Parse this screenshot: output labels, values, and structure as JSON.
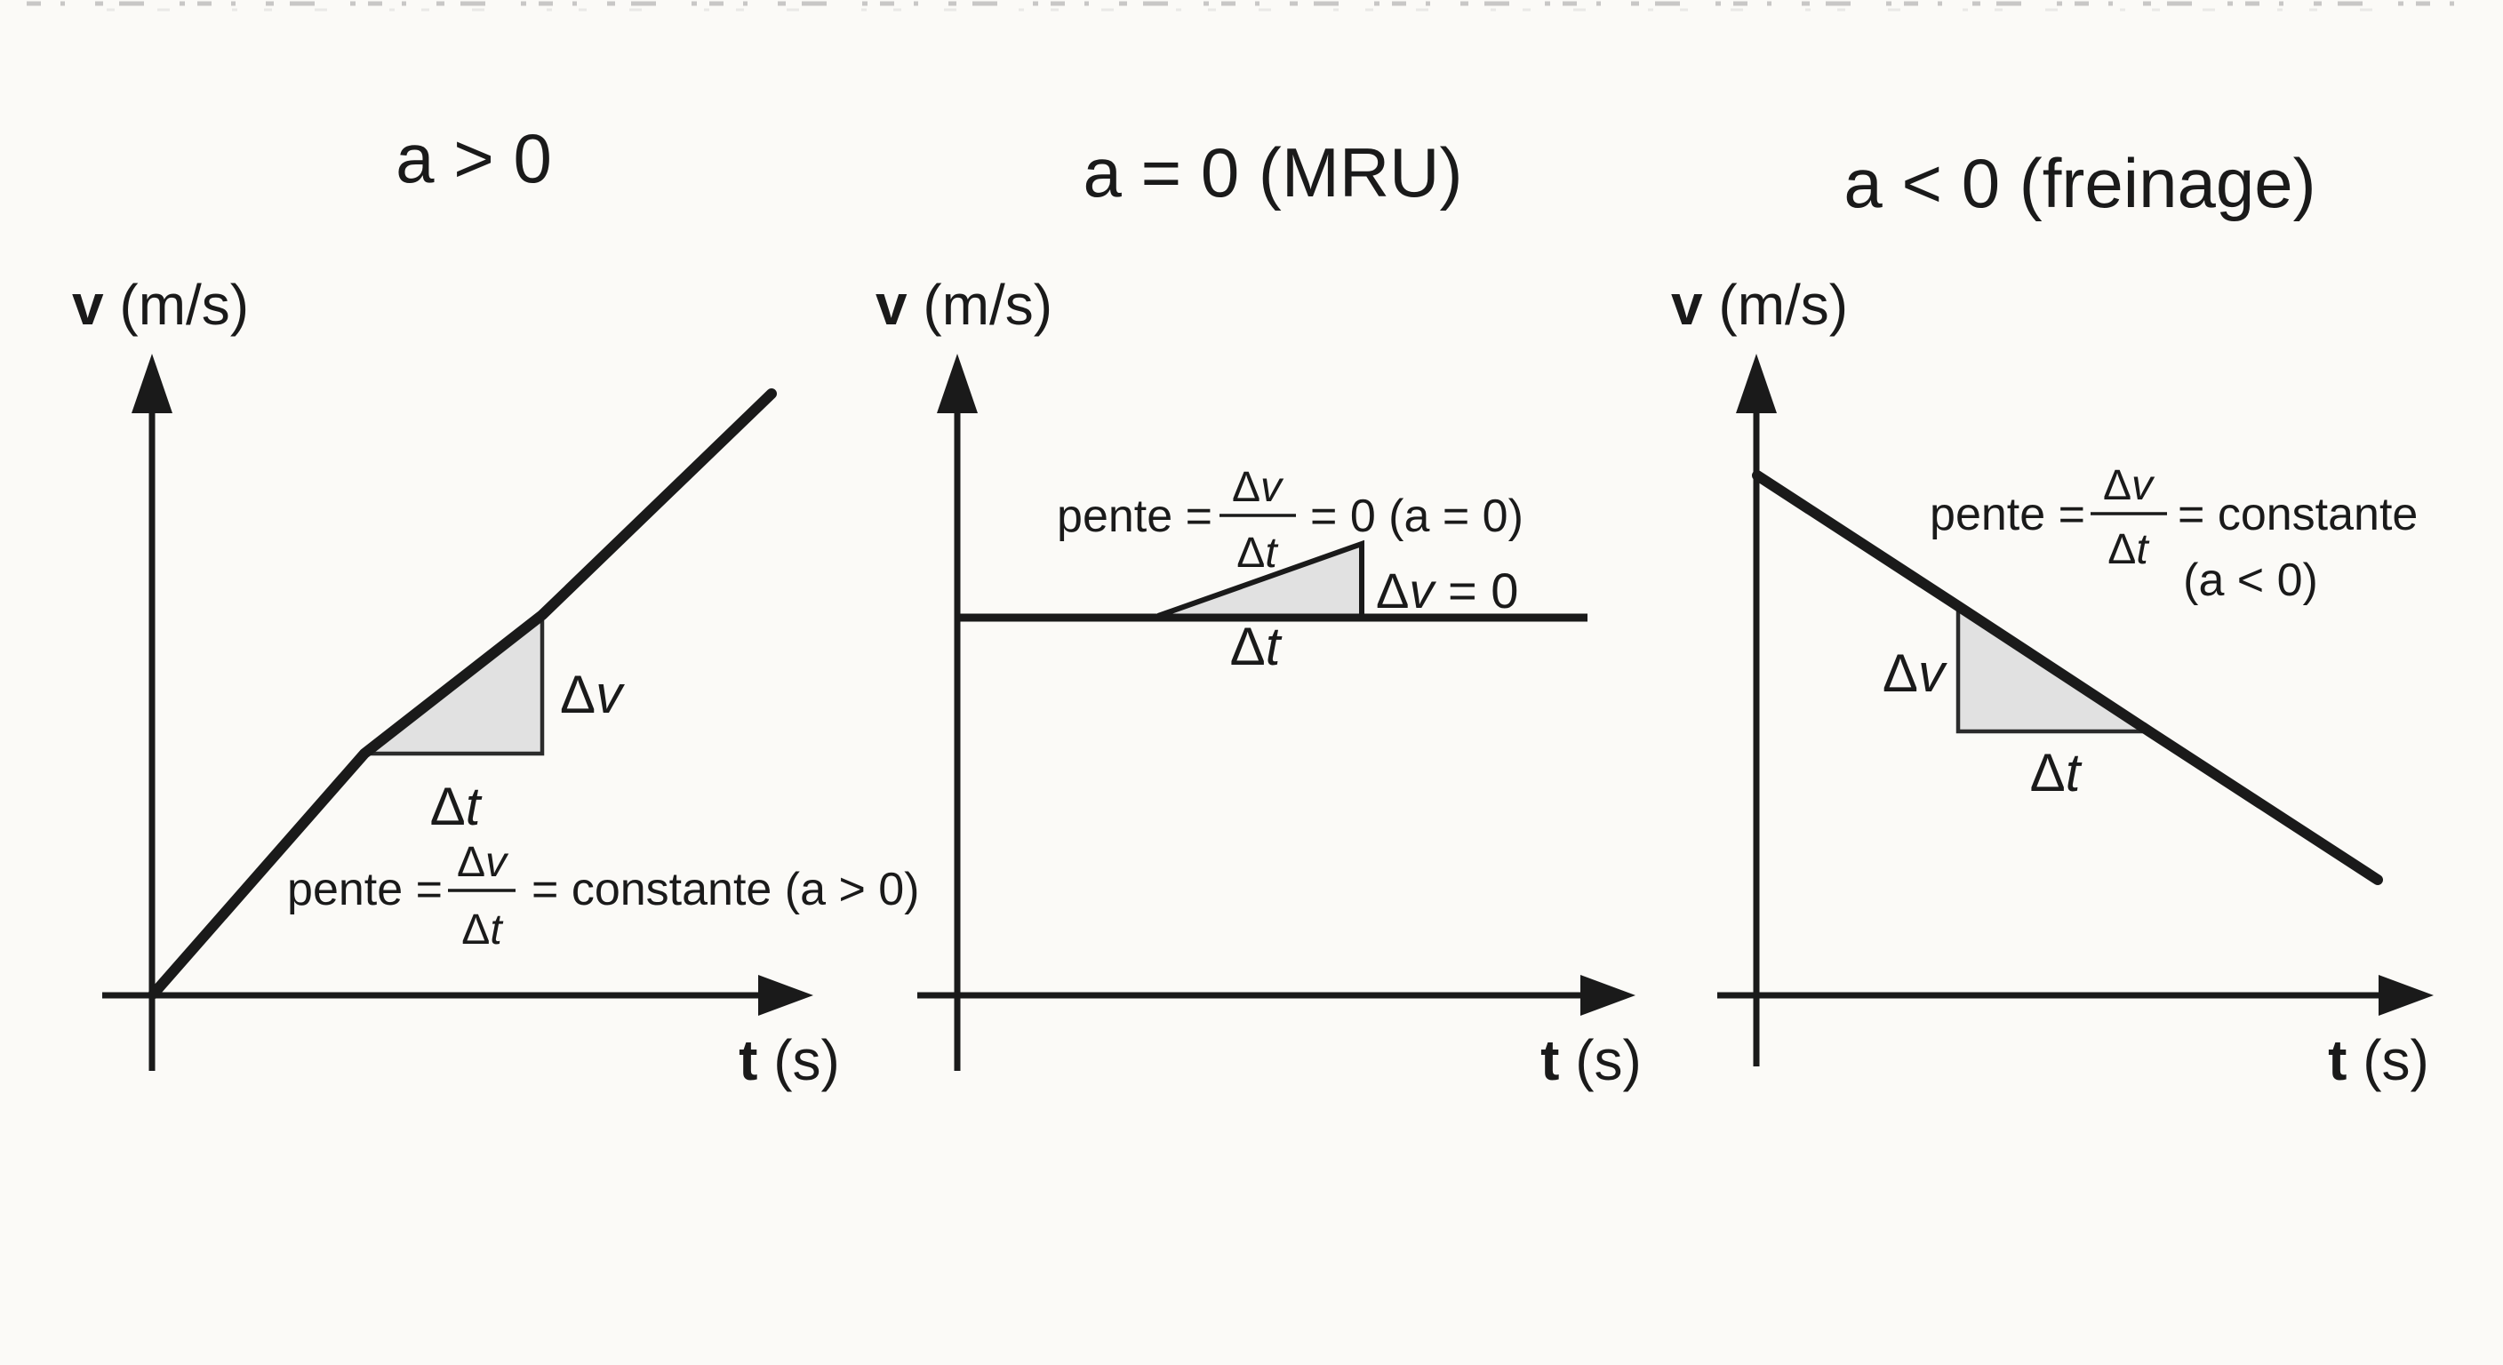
{
  "colors": {
    "background": "#fbfaf7",
    "ink": "#1a1a1a",
    "triangle_fill": "#e1e1e1",
    "triangle_edge": "#2b2b2b"
  },
  "symbols": {
    "delta": "Δ",
    "v_italic": "v",
    "t_italic": "t"
  },
  "axes": {
    "y_bold": "v",
    "y_unit": " (m/s)",
    "x_bold": "t",
    "x_unit": " (s)"
  },
  "formula_lhs": "pente =",
  "panels": [
    {
      "id": "a-positive",
      "title": "a > 0",
      "formula_rhs": "= constante (a > 0)"
    },
    {
      "id": "a-zero",
      "title": "a = 0 (MRU)",
      "formula_rhs": "= 0 (a = 0)",
      "dv_zero_suffix": " = 0"
    },
    {
      "id": "a-negative",
      "title": "a < 0 (freinage)",
      "formula_rhs": "= constante",
      "formula_line2": "(a < 0)"
    }
  ],
  "chart_data": [
    {
      "type": "line",
      "title": "a > 0",
      "xlabel": "t (s)",
      "ylabel": "v (m/s)",
      "x": [
        0,
        1,
        2,
        3
      ],
      "y": [
        0,
        1.1,
        1.9,
        2.7
      ],
      "grid": false,
      "annotations": [
        "Δv",
        "Δt",
        "pente = Δv/Δt = constante (a > 0)"
      ]
    },
    {
      "type": "line",
      "title": "a = 0 (MRU)",
      "xlabel": "t (s)",
      "ylabel": "v (m/s)",
      "x": [
        0,
        1,
        2,
        3
      ],
      "y": [
        2,
        2,
        2,
        2
      ],
      "grid": false,
      "annotations": [
        "Δt",
        "Δv = 0",
        "pente = Δv/Δt = 0 (a = 0)"
      ]
    },
    {
      "type": "line",
      "title": "a < 0 (freinage)",
      "xlabel": "t (s)",
      "ylabel": "v (m/s)",
      "x": [
        0,
        1,
        2,
        3
      ],
      "y": [
        3,
        2.35,
        1.7,
        1.05
      ],
      "grid": false,
      "annotations": [
        "Δv",
        "Δt",
        "pente = Δv/Δt = constante",
        "(a < 0)"
      ]
    }
  ]
}
